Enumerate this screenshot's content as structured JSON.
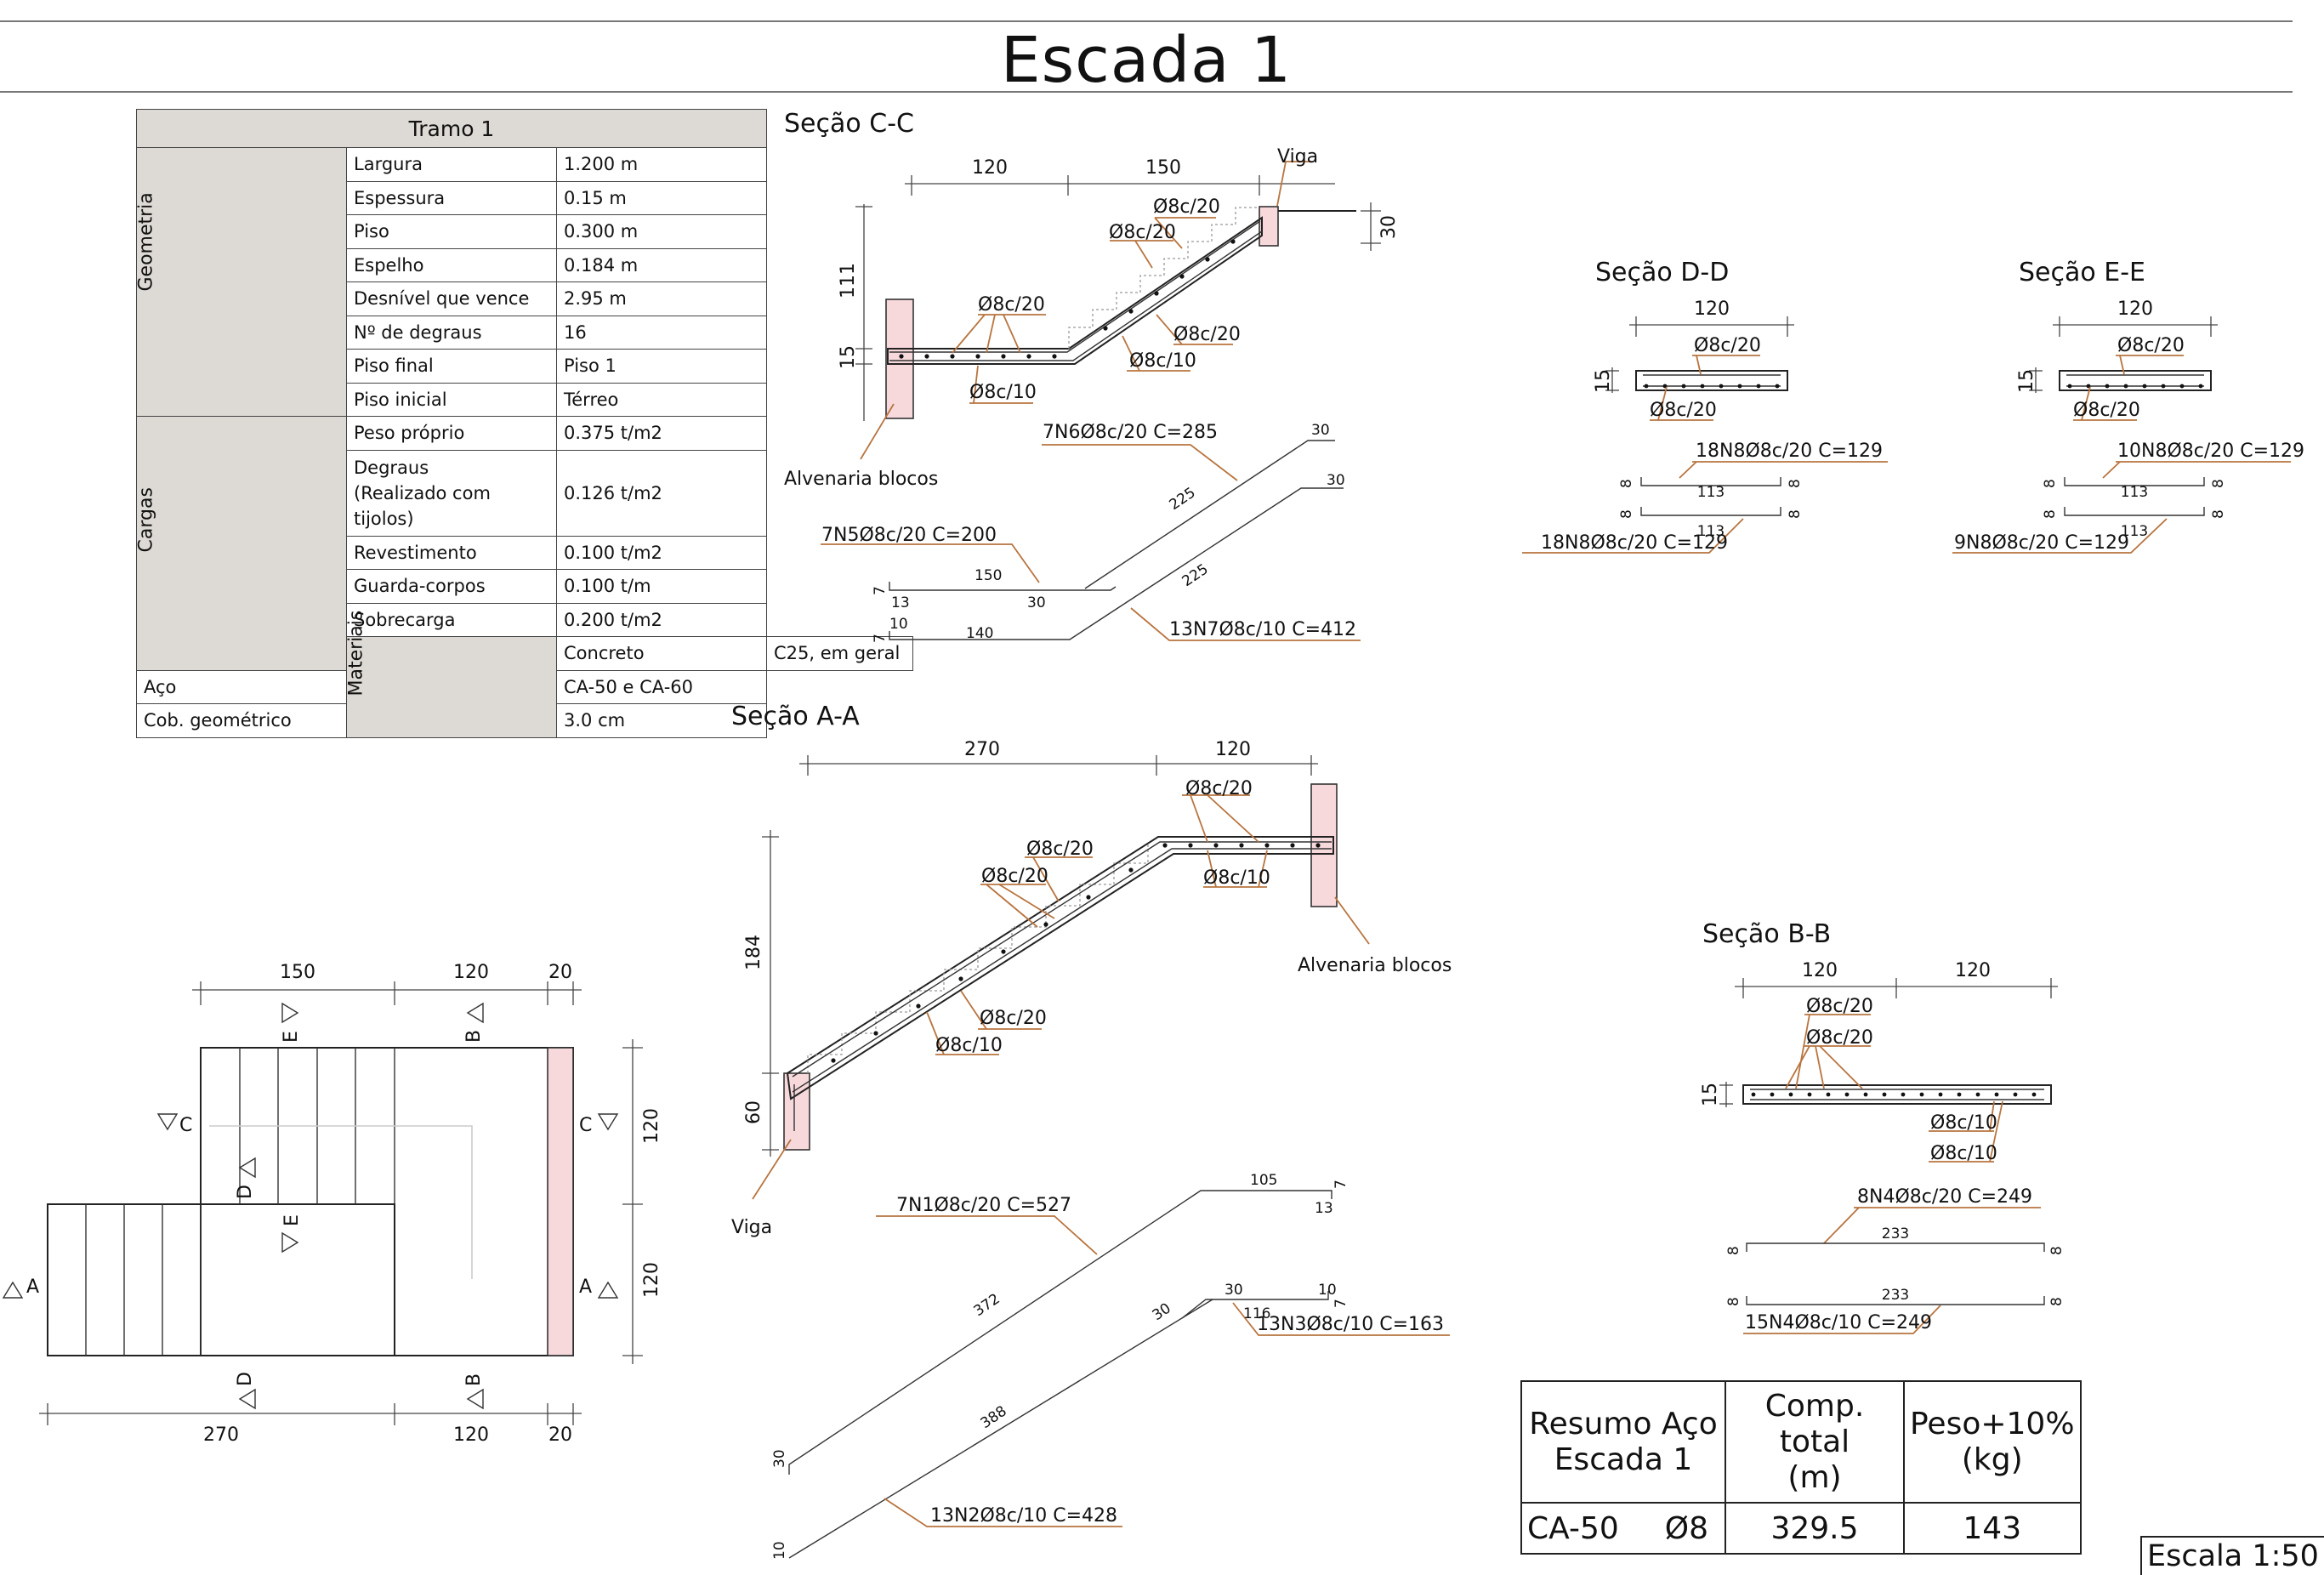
{
  "drawing_title": "Escada 1",
  "tramo_table": {
    "header": "Tramo 1",
    "groups": [
      {
        "name": "Geometria",
        "rows": [
          {
            "label": "Largura",
            "value": "1.200 m"
          },
          {
            "label": "Espessura",
            "value": "0.15 m"
          },
          {
            "label": "Piso",
            "value": "0.300 m"
          },
          {
            "label": "Espelho",
            "value": "0.184 m"
          },
          {
            "label": "Desnível que vence",
            "value": "2.95 m"
          },
          {
            "label": "Nº de degraus",
            "value": "16"
          },
          {
            "label": "Piso final",
            "value": "Piso 1"
          },
          {
            "label": "Piso inicial",
            "value": "Térreo"
          }
        ]
      },
      {
        "name": "Cargas",
        "rows": [
          {
            "label": "Peso próprio",
            "value": "0.375 t/m2"
          },
          {
            "label": "Degraus",
            "label2": "(Realizado com tijolos)",
            "value": "0.126 t/m2"
          },
          {
            "label": "Revestimento",
            "value": "0.100 t/m2"
          },
          {
            "label": "Guarda-corpos",
            "value": "0.100 t/m"
          },
          {
            "label": "Sobrecarga",
            "value": "0.200 t/m2"
          }
        ]
      },
      {
        "name": "Materiais",
        "rows": [
          {
            "label": "Concreto",
            "value": "C25, em geral"
          },
          {
            "label": "Aço",
            "value": "CA-50 e CA-60"
          },
          {
            "label": "Cob. geométrico",
            "value": "3.0 cm"
          }
        ]
      }
    ]
  },
  "plan_view": {
    "top_dims": [
      "150",
      "120",
      "20"
    ],
    "bottom_dims": [
      "270",
      "120",
      "20"
    ],
    "right_dims": [
      "120",
      "120"
    ],
    "cut_labels": {
      "a": "A",
      "b": "B",
      "c": "C",
      "d": "D",
      "e": "E"
    }
  },
  "section_cc": {
    "title": "Seção C-C",
    "dims": {
      "d120": "120",
      "d150": "150",
      "d111": "111",
      "d15": "15",
      "d30": "30"
    },
    "labels": {
      "viga": "Viga",
      "alvenaria": "Alvenaria blocos",
      "b1": "Ø8c/20",
      "b2": "Ø8c/20",
      "b3": "Ø8c/20",
      "b4": "Ø8c/20",
      "b5": "Ø8c/10",
      "b6": "Ø8c/10"
    },
    "rebars": {
      "n6": {
        "callout": "7N6Ø8c/20 C=285",
        "segs": [
          "225",
          "30"
        ]
      },
      "n5": {
        "callout": "7N5Ø8c/20 C=200",
        "segs": [
          "150",
          "30",
          "13",
          "7"
        ]
      },
      "n7": {
        "callout": "13N7Ø8c/10 C=412",
        "segs": [
          "140",
          "225",
          "30",
          "10",
          "7"
        ]
      }
    }
  },
  "section_dd": {
    "title": "Seção D-D",
    "dims": {
      "w": "120",
      "h": "15"
    },
    "labels": {
      "top": "Ø8c/20",
      "bot": "Ø8c/20"
    },
    "rebars": {
      "top": {
        "callout": "18N8Ø8c/20 C=129",
        "len": "113",
        "hook": "8"
      },
      "bot": {
        "callout": "18N8Ø8c/20 C=129",
        "len": "113",
        "hook": "8"
      }
    }
  },
  "section_ee": {
    "title": "Seção E-E",
    "dims": {
      "w": "120",
      "h": "15"
    },
    "labels": {
      "top": "Ø8c/20",
      "bot": "Ø8c/20"
    },
    "rebars": {
      "top": {
        "callout": "10N8Ø8c/20 C=129",
        "len": "113",
        "hook": "8"
      },
      "bot": {
        "callout": "9N8Ø8c/20 C=129",
        "len": "113",
        "hook": "8"
      }
    }
  },
  "section_aa": {
    "title": "Seção A-A",
    "dims": {
      "d270": "270",
      "d120": "120",
      "d184": "184",
      "d60": "60"
    },
    "labels": {
      "viga": "Viga",
      "alvenaria": "Alvenaria blocos",
      "b1": "Ø8c/20",
      "b2": "Ø8c/20",
      "b3": "Ø8c/20",
      "b4": "Ø8c/10",
      "b5": "Ø8c/20",
      "b6": "Ø8c/10"
    },
    "rebars": {
      "n1": {
        "callout": "7N1Ø8c/20 C=527",
        "segs": [
          "105",
          "13",
          "7",
          "372",
          "30"
        ]
      },
      "n3": {
        "callout": "13N3Ø8c/10 C=163",
        "segs": [
          "30",
          "30",
          "10",
          "7",
          "116"
        ]
      },
      "n2": {
        "callout": "13N2Ø8c/10 C=428",
        "segs": [
          "388",
          "10"
        ]
      }
    }
  },
  "section_bb": {
    "title": "Seção B-B",
    "dims": {
      "w1": "120",
      "w2": "120",
      "h": "15"
    },
    "labels": {
      "t1": "Ø8c/20",
      "t2": "Ø8c/20",
      "b1": "Ø8c/10",
      "b2": "Ø8c/10"
    },
    "rebars": {
      "top": {
        "callout": "8N4Ø8c/20 C=249",
        "len": "233",
        "hook": "8"
      },
      "bot": {
        "callout": "15N4Ø8c/10 C=249",
        "len": "233",
        "hook": "8"
      }
    }
  },
  "summary": {
    "h1": "Resumo Aço",
    "h1b": "Escada 1",
    "h2": "Comp. total",
    "h2b": "(m)",
    "h3": "Peso+10%",
    "h3b": "(kg)",
    "steel": "CA-50",
    "diam": "Ø8",
    "length": "329.5",
    "weight": "143"
  },
  "scale": "Escala 1:50",
  "colors": {
    "leader": "#b8743f",
    "masonry": "#f7d9dc",
    "line": "#222222"
  }
}
